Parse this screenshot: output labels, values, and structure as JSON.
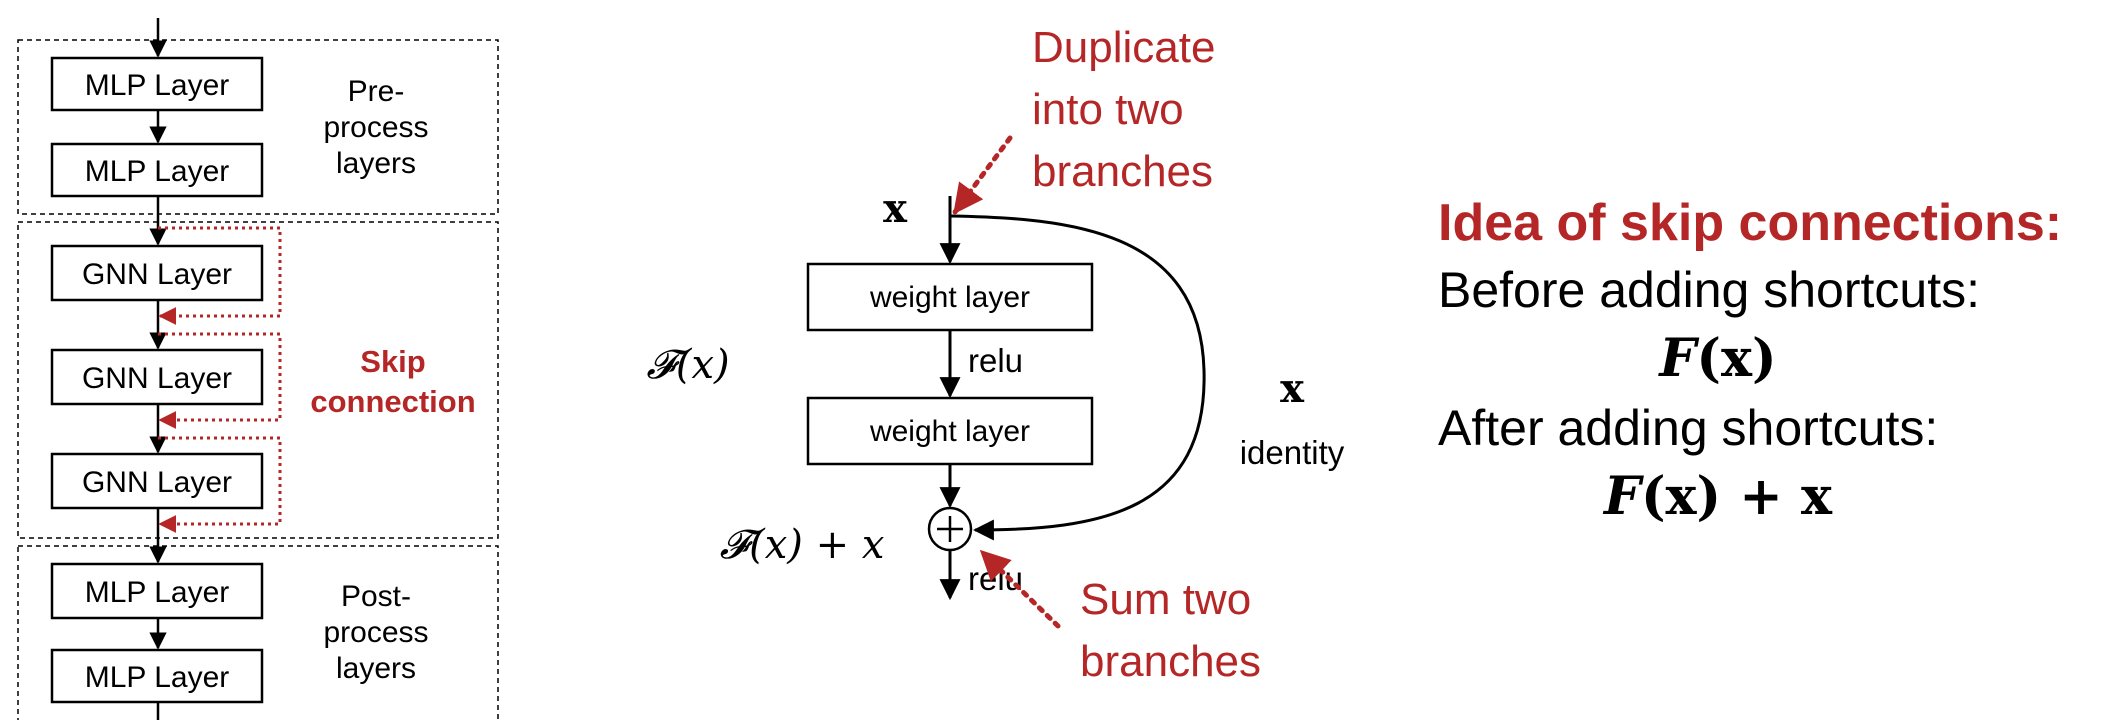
{
  "stack": {
    "top": [
      {
        "label": "MLP Layer"
      },
      {
        "label": "MLP Layer"
      }
    ],
    "top_group_label": [
      "Pre-",
      "process",
      "layers"
    ],
    "middle": [
      {
        "label": "GNN Layer"
      },
      {
        "label": "GNN Layer"
      },
      {
        "label": "GNN Layer"
      }
    ],
    "middle_group_label": [
      "Skip",
      "connection"
    ],
    "bottom": [
      {
        "label": "MLP Layer"
      },
      {
        "label": "MLP Layer"
      }
    ],
    "bottom_group_label": [
      "Post-",
      "process",
      "layers"
    ]
  },
  "residual": {
    "input": "x",
    "weight_layer_1": "weight layer",
    "relu_mid": "relu",
    "weight_layer_2": "weight layer",
    "f_label": "𝓕(x)",
    "sum_label": "𝓕(x) + x",
    "identity_x": "x",
    "identity_label": "identity",
    "relu_out": "relu",
    "sum_symbol": "+",
    "annot_duplicate": [
      "Duplicate",
      "into two",
      "branches"
    ],
    "annot_sum": [
      "Sum two",
      "branches"
    ]
  },
  "idea": {
    "title": "Idea of skip connections:",
    "before": "Before adding shortcuts:",
    "formula_before_f": "F",
    "formula_before_rest": "(x)",
    "after": "After adding shortcuts:",
    "formula_after_f": "F",
    "formula_after_rest": "(x) + x"
  },
  "colors": {
    "accent_red": "#b52727",
    "line": "#000000"
  }
}
